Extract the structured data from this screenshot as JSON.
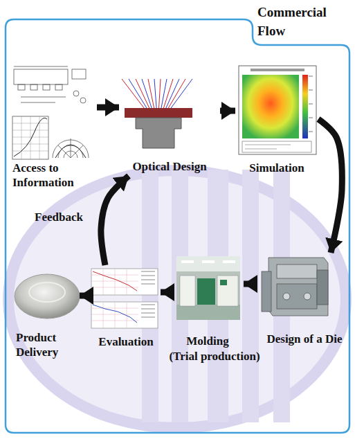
{
  "diagram": {
    "title": "Commercial Flow",
    "nodes": [
      {
        "text": [
          "Access to Information"
        ]
      },
      {
        "text": [
          "Optical Design"
        ]
      },
      {
        "text": [
          "Simulation"
        ]
      },
      {
        "text": [
          "Design of a Die"
        ]
      },
      {
        "text": [
          "Molding",
          "(Trial production)"
        ]
      },
      {
        "text": [
          "Evaluation"
        ]
      },
      {
        "text": [
          "Product Delivery"
        ]
      }
    ],
    "edges": [
      {
        "from": 0,
        "to": 1,
        "arrow": "to"
      },
      {
        "from": 1,
        "to": 2,
        "arrow": "to"
      },
      {
        "from": 2,
        "to": 3,
        "arrow": "to"
      },
      {
        "from": 3,
        "to": 4,
        "arrow": "to"
      },
      {
        "from": 4,
        "to": 5,
        "arrow": "to"
      },
      {
        "from": 5,
        "to": 6,
        "arrow": "to"
      },
      {
        "from": 5,
        "to": 1,
        "label": "Feedback",
        "arrow": "to"
      }
    ]
  }
}
